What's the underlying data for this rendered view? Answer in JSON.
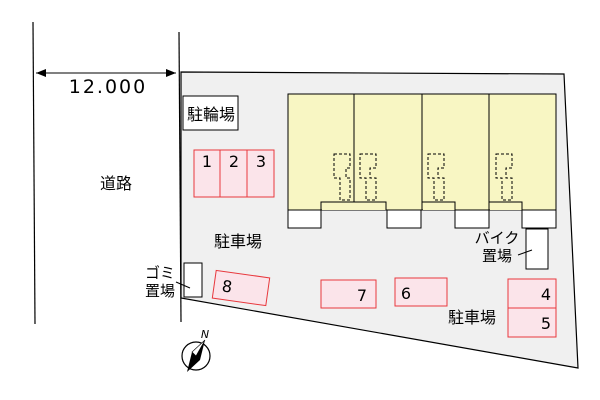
{
  "road": {
    "width_label": "12.000",
    "label": "道路"
  },
  "areas": {
    "bicycle_parking": "駐輪場",
    "parking_upper": "駐車場",
    "parking_lower": "駐車場",
    "garbage_line1": "ゴミ",
    "garbage_line2": "置場",
    "bike_line1": "バイク",
    "bike_line2": "置場"
  },
  "parking_spaces": [
    {
      "number": "1"
    },
    {
      "number": "2"
    },
    {
      "number": "3"
    },
    {
      "number": "8"
    },
    {
      "number": "7"
    },
    {
      "number": "6"
    },
    {
      "number": "4"
    },
    {
      "number": "5"
    }
  ],
  "compass": {
    "label": "N"
  },
  "colors": {
    "site_fill": "#f0f0f0",
    "building_fill": "#f8f6c3",
    "space_fill": "#fbe4ea",
    "space_stroke": "#e8383d",
    "line": "#000000"
  }
}
